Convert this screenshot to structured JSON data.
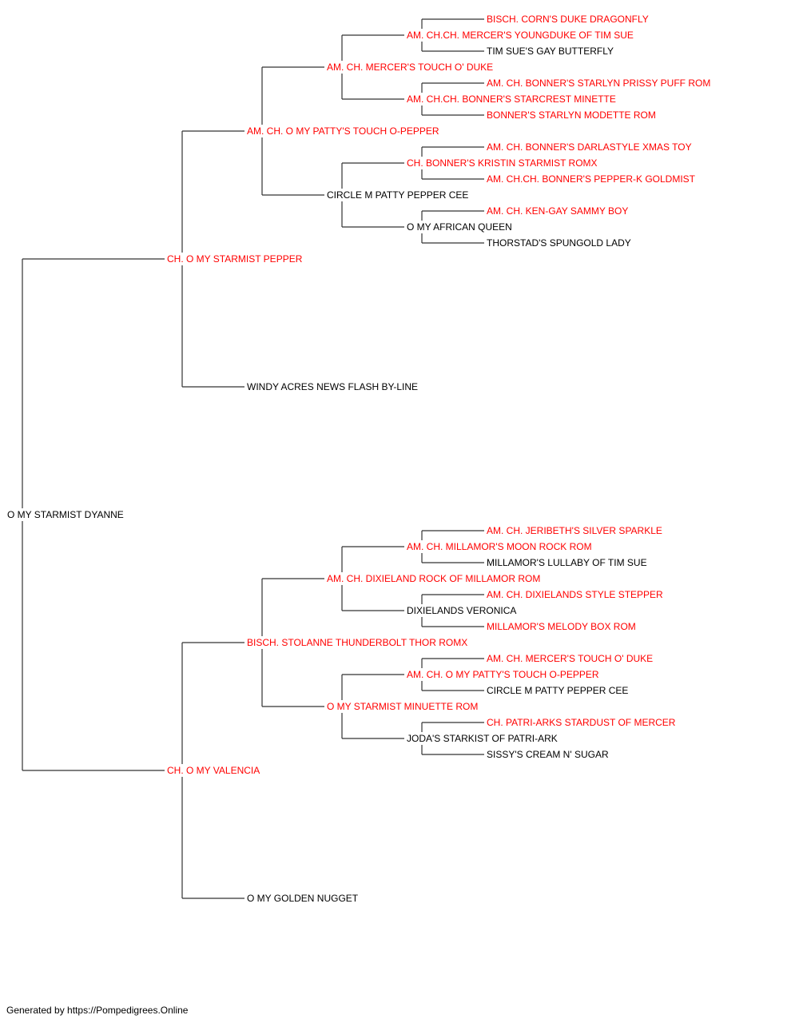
{
  "subject": "O MY STARMIST DYANNE",
  "sire": {
    "name": "CH. O MY STARMIST PEPPER",
    "champion": true,
    "sire": {
      "name": "AM. CH. O MY PATTY'S TOUCH O-PEPPER",
      "champion": true,
      "sire": {
        "name": "AM. CH. MERCER'S TOUCH O' DUKE",
        "champion": true,
        "sire": {
          "name": "AM. CH.CH. MERCER'S YOUNGDUKE OF TIM SUE",
          "champion": true,
          "sire": {
            "name": "BISCH. CORN'S DUKE DRAGONFLY",
            "champion": true
          },
          "dam": {
            "name": "TIM SUE'S GAY BUTTERFLY",
            "champion": false
          }
        },
        "dam": {
          "name": "AM. CH.CH. BONNER'S STARCREST MINETTE",
          "champion": true,
          "sire": {
            "name": "AM. CH. BONNER'S STARLYN PRISSY PUFF ROM",
            "champion": true
          },
          "dam": {
            "name": "BONNER'S STARLYN MODETTE ROM",
            "champion": true
          }
        }
      },
      "dam": {
        "name": "CIRCLE M PATTY PEPPER CEE",
        "champion": false,
        "sire": {
          "name": "CH. BONNER'S KRISTIN STARMIST ROMX",
          "champion": true,
          "sire": {
            "name": "AM. CH. BONNER'S DARLASTYLE XMAS TOY",
            "champion": true
          },
          "dam": {
            "name": "AM. CH.CH. BONNER'S PEPPER-K GOLDMIST",
            "champion": true
          }
        },
        "dam": {
          "name": "O MY AFRICAN QUEEN",
          "champion": false,
          "sire": {
            "name": "AM. CH. KEN-GAY SAMMY BOY",
            "champion": true
          },
          "dam": {
            "name": "THORSTAD'S SPUNGOLD LADY",
            "champion": false
          }
        }
      }
    },
    "dam": {
      "name": "WINDY ACRES NEWS FLASH BY-LINE",
      "champion": false
    }
  },
  "dam": {
    "name": "CH. O MY VALENCIA",
    "champion": true,
    "sire": {
      "name": "BISCH. STOLANNE THUNDERBOLT THOR ROMX",
      "champion": true,
      "sire": {
        "name": "AM. CH. DIXIELAND ROCK OF MILLAMOR ROM",
        "champion": true,
        "sire": {
          "name": "AM. CH. MILLAMOR'S MOON ROCK ROM",
          "champion": true,
          "sire": {
            "name": "AM. CH. JERIBETH'S SILVER SPARKLE",
            "champion": true
          },
          "dam": {
            "name": "MILLAMOR'S LULLABY OF TIM SUE",
            "champion": false
          }
        },
        "dam": {
          "name": "DIXIELANDS VERONICA",
          "champion": false,
          "sire": {
            "name": "AM. CH. DIXIELANDS STYLE STEPPER",
            "champion": true
          },
          "dam": {
            "name": "MILLAMOR'S MELODY BOX ROM",
            "champion": true
          }
        }
      },
      "dam": {
        "name": "O MY STARMIST MINUETTE ROM",
        "champion": true,
        "sire": {
          "name": "AM. CH. O MY PATTY'S TOUCH O-PEPPER",
          "champion": true,
          "sire": {
            "name": "AM. CH. MERCER'S TOUCH O' DUKE",
            "champion": true
          },
          "dam": {
            "name": "CIRCLE M PATTY PEPPER CEE",
            "champion": false
          }
        },
        "dam": {
          "name": "JODA'S STARKIST OF PATRI-ARK",
          "champion": false,
          "sire": {
            "name": "CH. PATRI-ARKS STARDUST OF MERCER",
            "champion": true
          },
          "dam": {
            "name": "SISSY'S CREAM N' SUGAR",
            "champion": false
          }
        }
      }
    },
    "dam": {
      "name": "O MY GOLDEN NUGGET",
      "champion": false
    }
  },
  "footer": "Generated by https://Pompedigrees.Online",
  "colors": {
    "champion": "#ff0000",
    "plain": "#000000",
    "line": "#333333"
  }
}
